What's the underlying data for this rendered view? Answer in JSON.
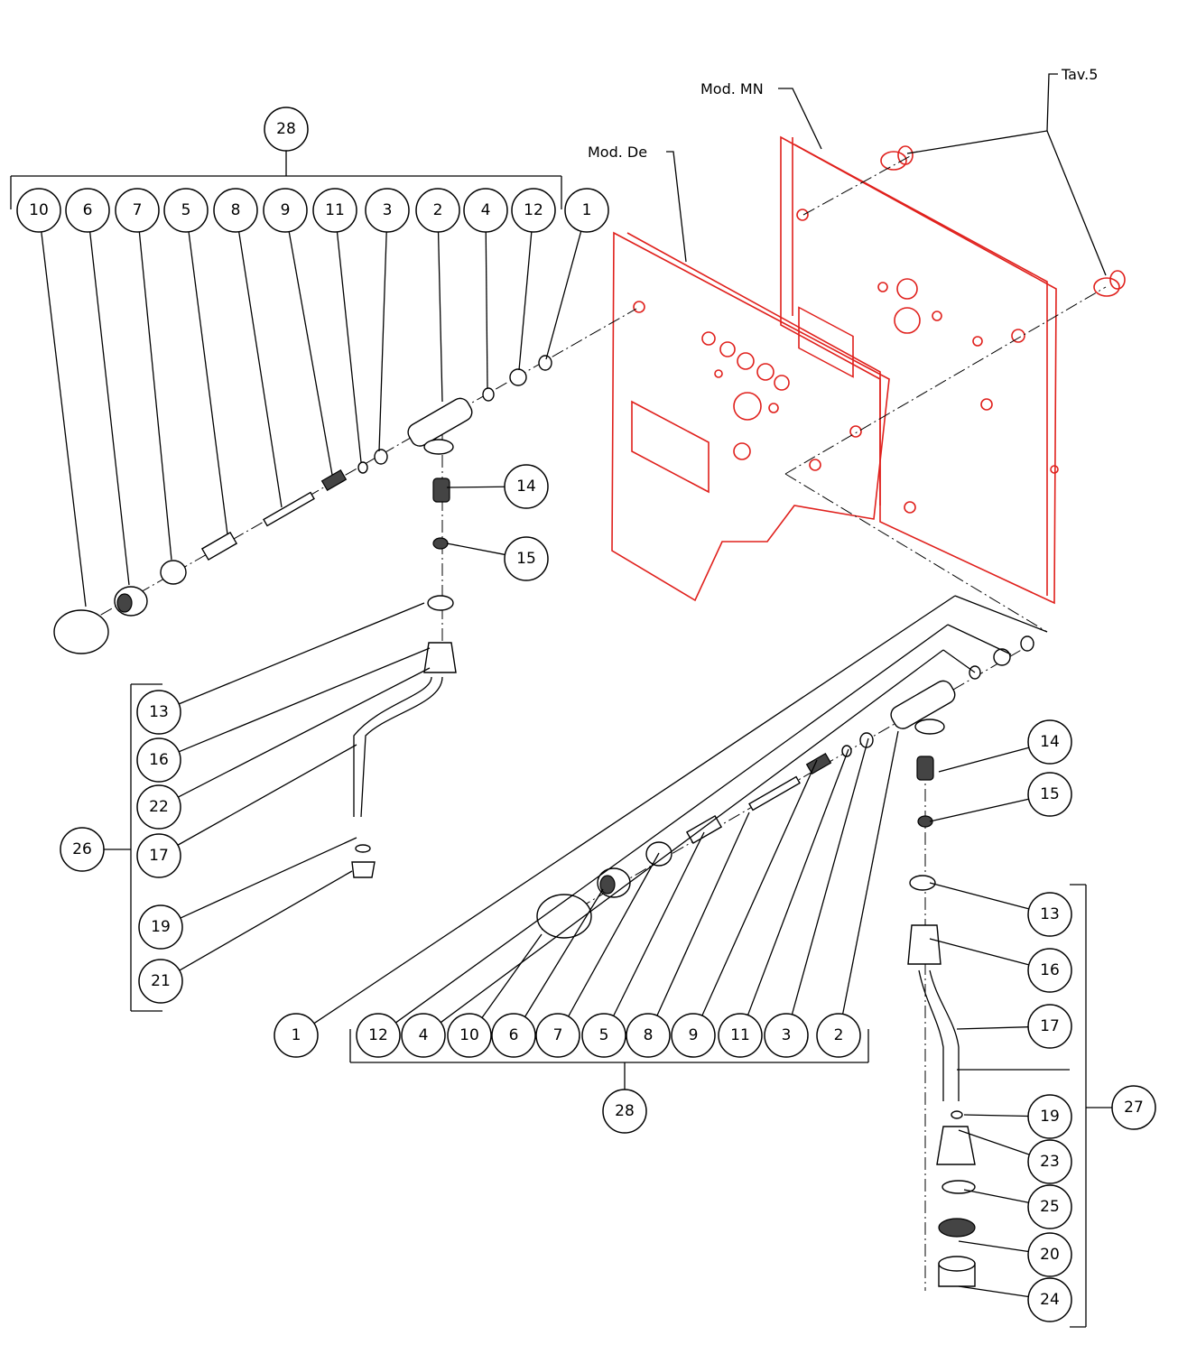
{
  "model_labels": {
    "mod_mn": "Mod. MN",
    "mod_de": "Mod. De",
    "tav": "Tav.5"
  },
  "colors": {
    "panel": "#e0201c",
    "line": "#000000"
  },
  "callouts": {
    "top_group": "28",
    "top_row": [
      "10",
      "6",
      "7",
      "5",
      "8",
      "9",
      "11",
      "3",
      "2",
      "4",
      "12",
      "1"
    ],
    "left_group": "26",
    "left_column": [
      "13",
      "16",
      "22",
      "17",
      "19",
      "21"
    ],
    "center": [
      "14",
      "15"
    ],
    "bottom_group": "28",
    "bottom_row": [
      "1",
      "12",
      "4",
      "10",
      "6",
      "7",
      "5",
      "8",
      "9",
      "11",
      "3",
      "2"
    ],
    "right_group": "27",
    "right_column": [
      "14",
      "15",
      "13",
      "16",
      "17",
      "19",
      "23",
      "25",
      "20",
      "24"
    ]
  }
}
